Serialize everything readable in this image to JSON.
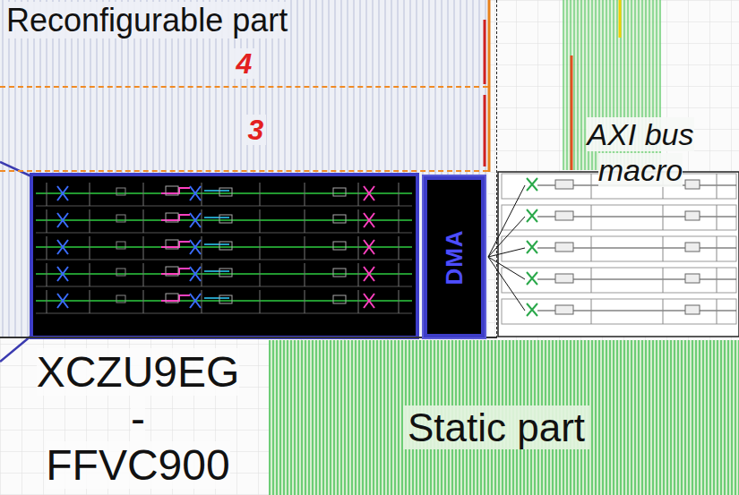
{
  "diagram": {
    "nodes": [
      {
        "text": [
          "Reconfigurable part"
        ]
      },
      {
        "text": [
          "4"
        ],
        "in": 0
      },
      {
        "text": [
          "3"
        ],
        "in": 0
      },
      {
        "text": [
          "DMA"
        ],
        "in": 0
      }
    ],
    "labels": [
      "AXI bus macro",
      "XCZU9EG - FFVC900",
      "Static part"
    ]
  }
}
